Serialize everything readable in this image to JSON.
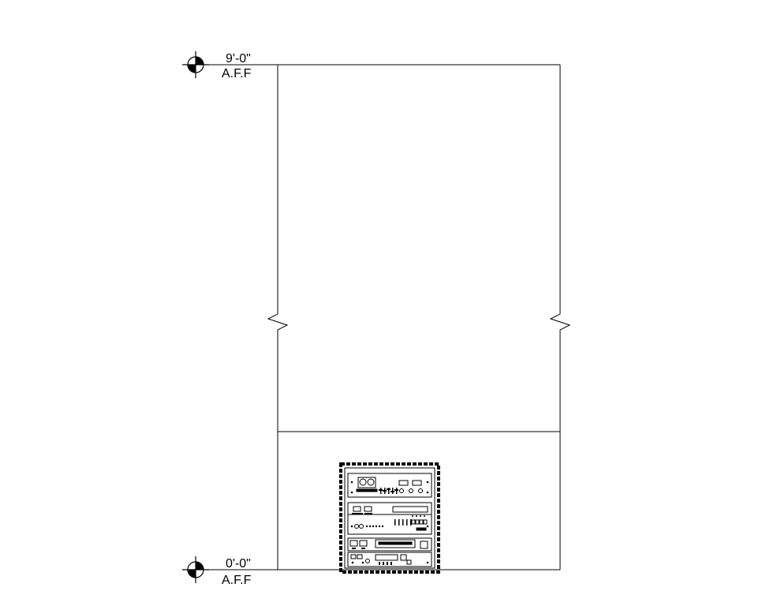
{
  "levels": [
    {
      "elevation": "9'-0\"",
      "reference": "A.F.F"
    },
    {
      "elevation": "0'-0\"",
      "reference": "A.F.F"
    }
  ],
  "drawing": {
    "line_color": "#000000",
    "background": "#ffffff"
  }
}
